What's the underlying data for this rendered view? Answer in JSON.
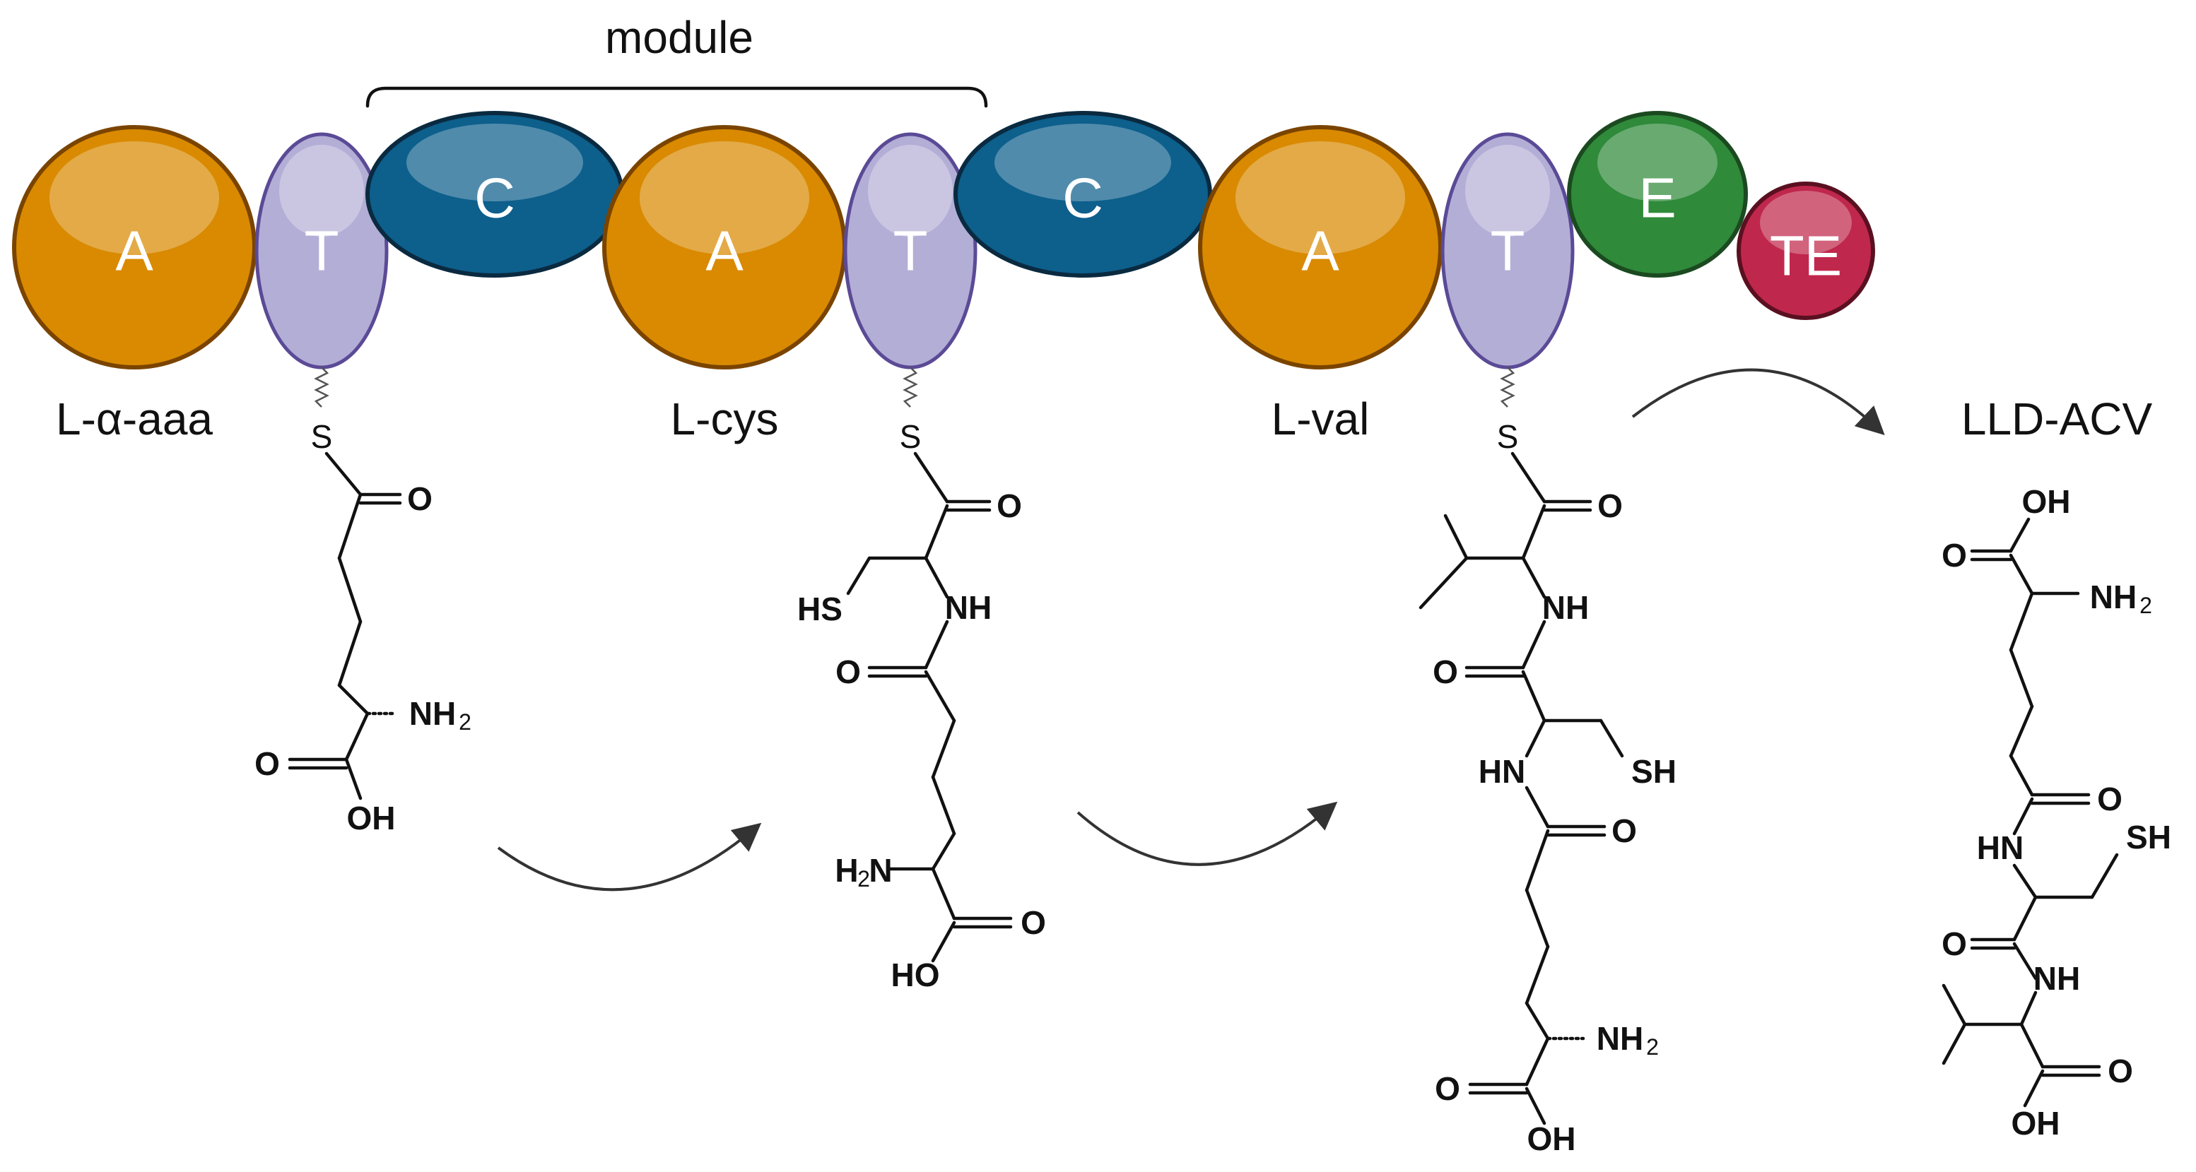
{
  "module_label": "module",
  "domains": [
    {
      "label": "A",
      "type": "adenylation",
      "color": "#d98a00"
    },
    {
      "label": "T",
      "type": "thiolation",
      "color": "#b3aed6"
    },
    {
      "label": "C",
      "type": "condensation",
      "color": "#0d5f8c"
    },
    {
      "label": "A",
      "type": "adenylation",
      "color": "#d98a00"
    },
    {
      "label": "T",
      "type": "thiolation",
      "color": "#b3aed6"
    },
    {
      "label": "C",
      "type": "condensation",
      "color": "#0d5f8c"
    },
    {
      "label": "A",
      "type": "adenylation",
      "color": "#d98a00"
    },
    {
      "label": "T",
      "type": "thiolation",
      "color": "#b3aed6"
    },
    {
      "label": "E",
      "type": "epimerization",
      "color": "#2f8a3a"
    },
    {
      "label": "TE",
      "type": "thioesterase",
      "color": "#c0274c"
    }
  ],
  "substrates": [
    "L-α-aaa",
    "L-cys",
    "L-val"
  ],
  "product": "LLD-ACV",
  "atoms": {
    "S": "S",
    "O": "O",
    "OH": "OH",
    "HO": "HO",
    "NH": "NH",
    "HN": "HN",
    "NH2": "NH",
    "H2N": "H",
    "N": "N",
    "HS": "HS",
    "SH": "SH",
    "sub2": "2"
  },
  "colors": {
    "outline_dark": "#7a4400",
    "outline_T": "#5b4a96",
    "outline_C": "#0a2a40",
    "outline_E": "#1b4a20",
    "outline_TE": "#5a1020",
    "arrow": "#333333"
  }
}
